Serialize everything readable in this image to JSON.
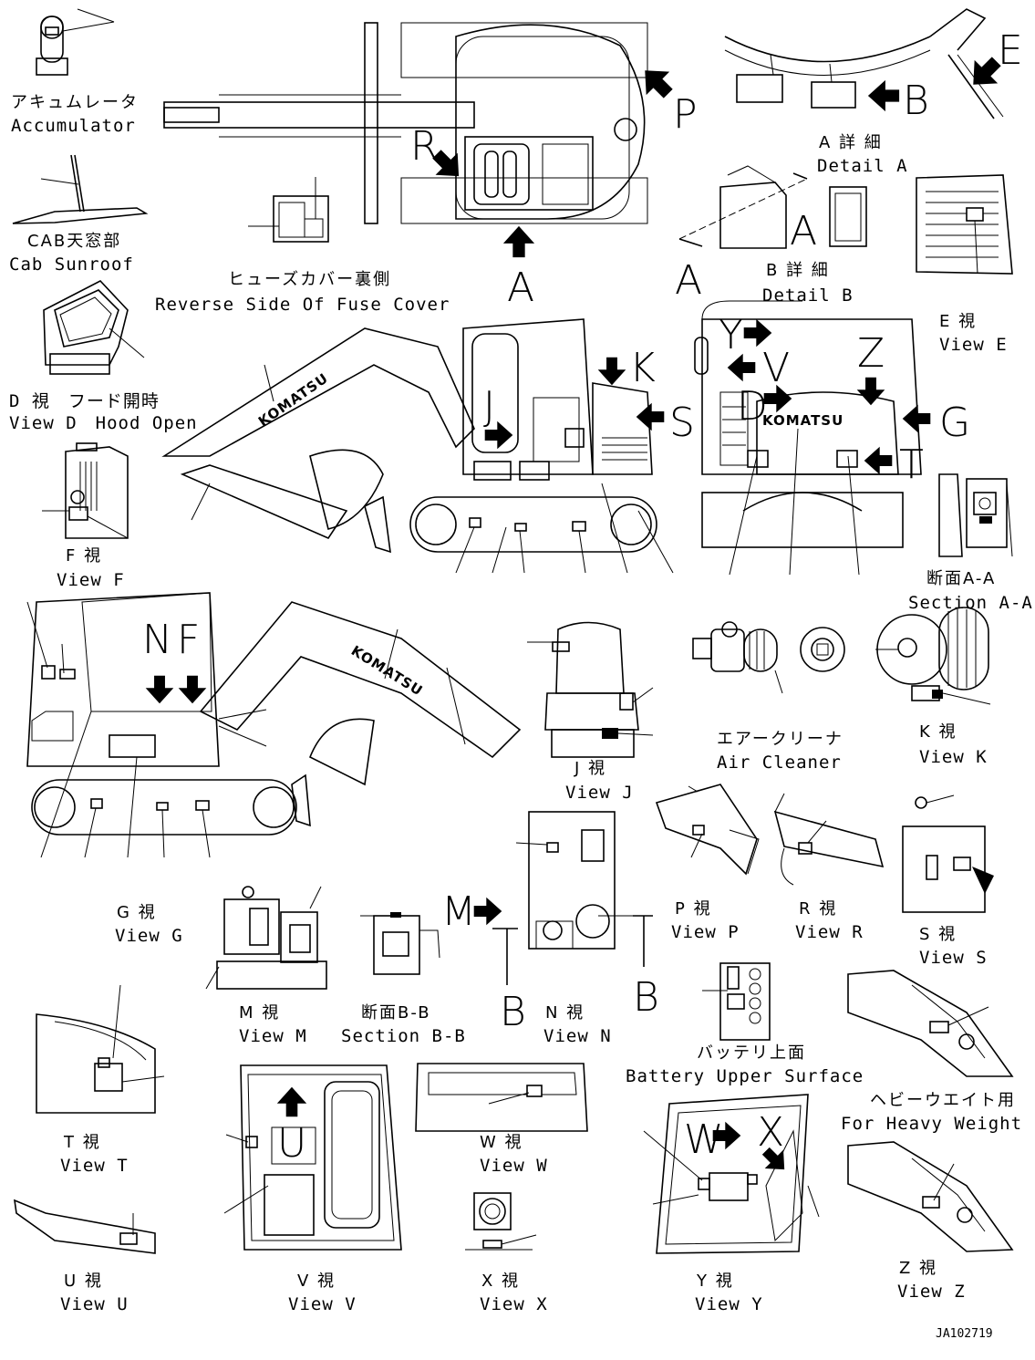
{
  "labels": {
    "accumulator_jp": "アキュムレータ",
    "accumulator_en": "Accumulator",
    "cab_sunroof_jp": "CAB天窓部",
    "cab_sunroof_en": "Cab Sunroof",
    "fuse_cover_jp": "ヒューズカバー裏側",
    "fuse_cover_en": "Reverse Side Of Fuse Cover",
    "detail_a_jp": "A 詳 細",
    "detail_a_en": "Detail A",
    "detail_b_jp": "B 詳 細",
    "detail_b_en": "Detail B",
    "view_e_jp": "E 視",
    "view_e_en": "View E",
    "view_d_jp": "D 視　フード開時",
    "view_d_en": "View D　Hood Open",
    "view_f_jp": "F 視",
    "view_f_en": "View F",
    "section_aa_jp": "断面A-A",
    "section_aa_en": "Section A-A",
    "view_j_jp": "J 視",
    "view_j_en": "View J",
    "air_cleaner_jp": "エアークリーナ",
    "air_cleaner_en": "Air Cleaner",
    "view_k_jp": "K 視",
    "view_k_en": "View K",
    "view_g_jp": "G 視",
    "view_g_en": "View G",
    "view_m_jp": "M 視",
    "view_m_en": "View M",
    "section_bb_jp": "断面B-B",
    "section_bb_en": "Section B-B",
    "view_n_jp": "N 視",
    "view_n_en": "View N",
    "view_p_jp": "P 視",
    "view_p_en": "View P",
    "view_r_jp": "R 視",
    "view_r_en": "View R",
    "view_s_jp": "S 視",
    "view_s_en": "View S",
    "battery_jp": "バッテリ上面",
    "battery_en": "Battery Upper Surface",
    "heavy_weight_jp": "ヘビーウエイト用",
    "heavy_weight_en": "For Heavy Weight",
    "view_t_jp": "T 視",
    "view_t_en": "View T",
    "view_w_jp": "W 視",
    "view_w_en": "View W",
    "view_u_jp": "U 視",
    "view_u_en": "View U",
    "view_v_jp": "V 視",
    "view_v_en": "View V",
    "view_x_jp": "X 視",
    "view_x_en": "View X",
    "view_y_jp": "Y 視",
    "view_y_en": "View Y",
    "view_z_jp": "Z 視",
    "view_z_en": "View Z",
    "drawing_code": "JA102719"
  },
  "letters": {
    "a": "A",
    "b": "B",
    "d": "D",
    "e": "E",
    "f": "F",
    "g": "G",
    "j": "J",
    "k": "K",
    "m": "M",
    "n": "N",
    "p": "P",
    "r": "R",
    "s": "S",
    "t": "T",
    "u": "U",
    "v": "V",
    "w": "W",
    "x": "X",
    "y": "Y",
    "z": "Z"
  },
  "brand": "KOMATSU",
  "colors": {
    "ink": "#000000",
    "paper": "#ffffff"
  },
  "icons": [
    "arrow-icon",
    "accumulator-icon",
    "fuse-cover-icon",
    "air-cleaner-icon",
    "battery-icon"
  ]
}
